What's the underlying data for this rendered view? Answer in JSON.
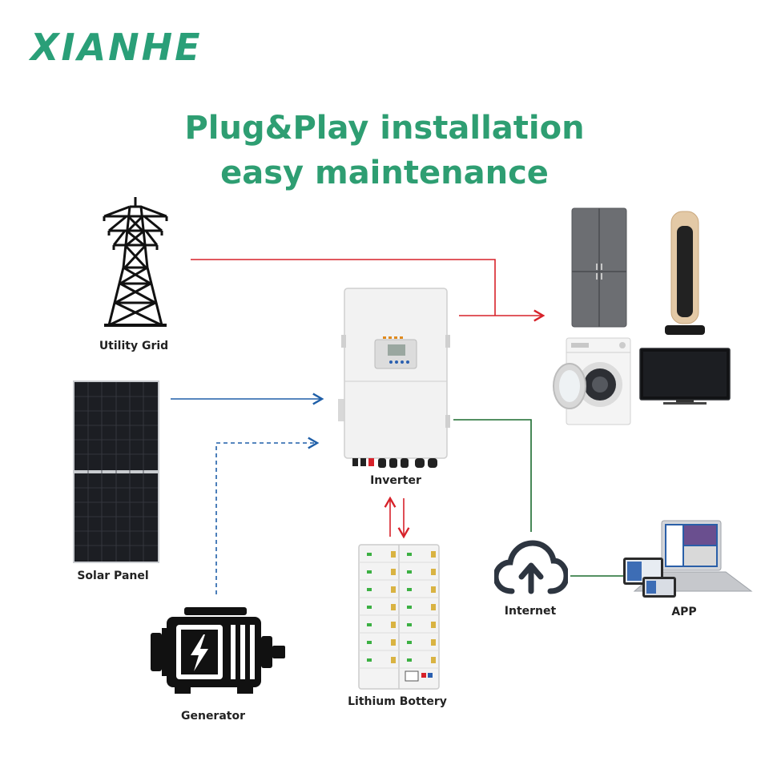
{
  "brand": {
    "logo_text": "XIANHE"
  },
  "headline": {
    "line1": "Plug&Play installation",
    "line2": "easy maintenance"
  },
  "labels": {
    "utility_grid": "Utility Grid",
    "solar_panel": "Solar Panel",
    "generator": "Generator",
    "inverter": "Inverter",
    "battery": "Lithium Bottery",
    "internet": "Internet",
    "app": "APP"
  },
  "colors": {
    "brand_green": "#2a9f78",
    "ac_line_red": "#d7222a",
    "dc_line_blue": "#1f5fa8",
    "comm_line_green": "#1b6b2e"
  }
}
